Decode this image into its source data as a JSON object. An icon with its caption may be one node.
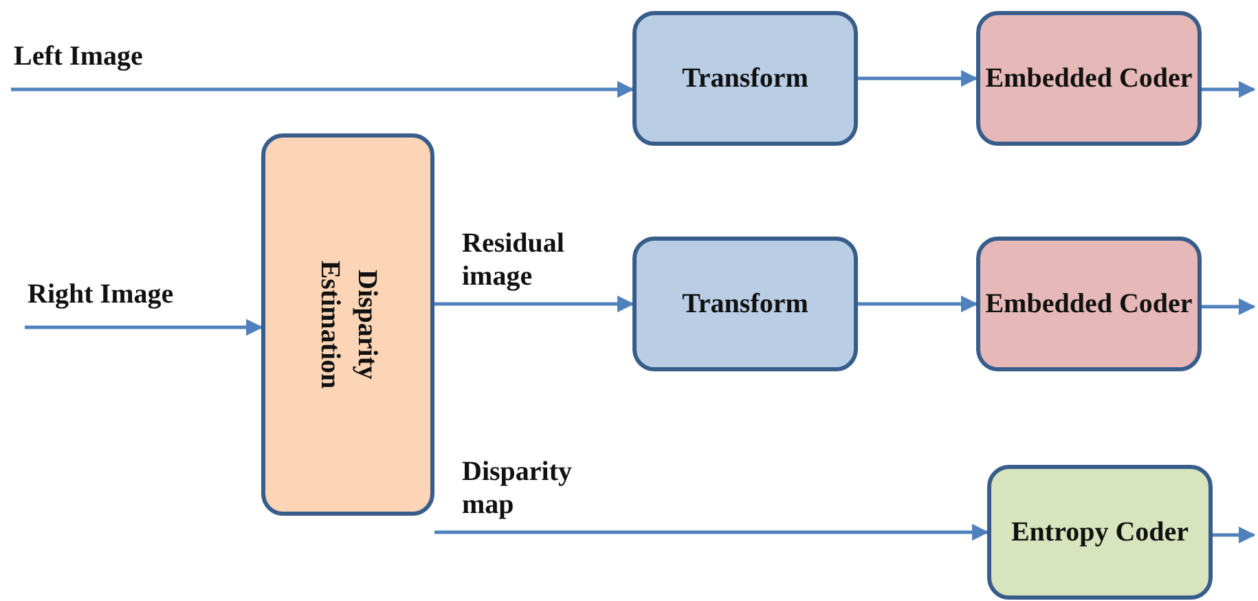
{
  "diagram": {
    "nodes": [
      {
        "text": [
          "Transform"
        ]
      },
      {
        "text": [
          "Embedded Coder"
        ]
      },
      {
        "text": [
          "Disparity Estimation"
        ]
      },
      {
        "text": [
          "Transform"
        ]
      },
      {
        "text": [
          "Embedded Coder"
        ]
      },
      {
        "text": [
          "Entropy Coder"
        ]
      }
    ],
    "edges": [
      {
        "from": null,
        "to": 0,
        "arrow": "to",
        "label": "Left Image"
      },
      {
        "from": 0,
        "to": 1,
        "arrow": "to"
      },
      {
        "from": 1,
        "to": null,
        "arrow": "to"
      },
      {
        "from": null,
        "to": 2,
        "arrow": "to",
        "label": "Right Image"
      },
      {
        "from": 2,
        "to": 3,
        "arrow": "to",
        "label": "Residual image"
      },
      {
        "from": 3,
        "to": 4,
        "arrow": "to"
      },
      {
        "from": 4,
        "to": null,
        "arrow": "to"
      },
      {
        "from": 2,
        "to": 5,
        "arrow": "to",
        "label": "Disparity map"
      },
      {
        "from": 5,
        "to": null,
        "arrow": "to"
      }
    ]
  }
}
